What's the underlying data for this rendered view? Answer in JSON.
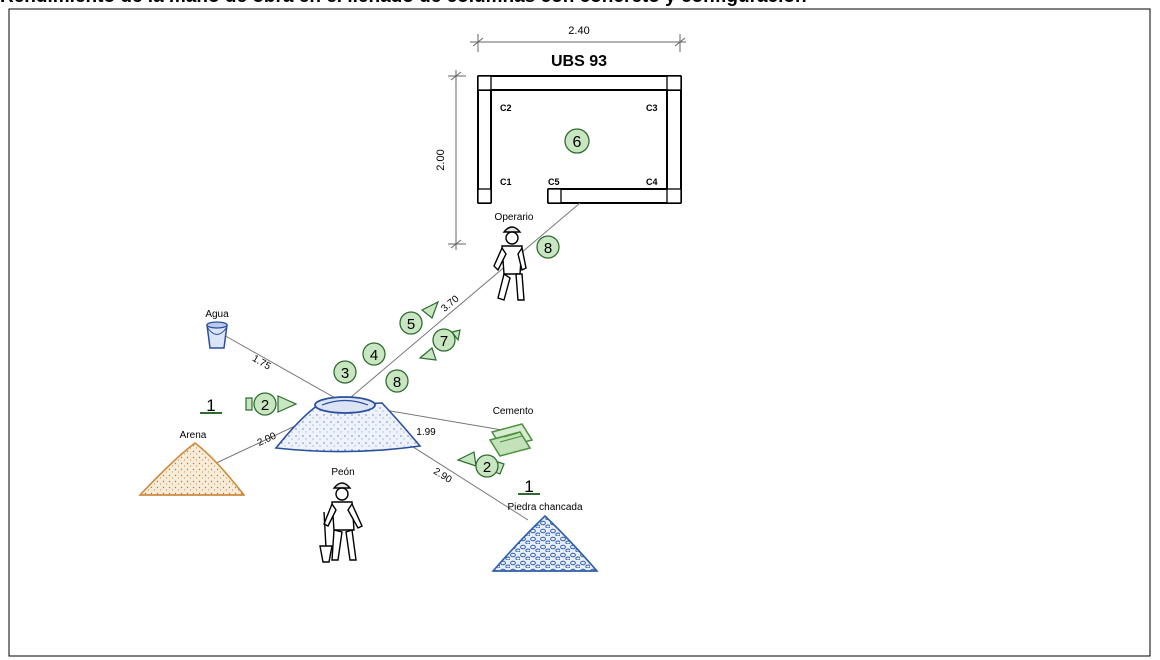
{
  "page": {
    "title": "Rendimiento de la mano de obra en el llenado de columnas con concreto y configuración"
  },
  "plan": {
    "title": "UBS 93",
    "width_dim": "2.40",
    "height_dim": "2.00",
    "columns": [
      "C2",
      "C3",
      "C1",
      "C5",
      "C4"
    ],
    "step_label": "6"
  },
  "workers": {
    "operario": "Operario",
    "peon": "Peón"
  },
  "materials": {
    "agua": "Agua",
    "arena": "Arena",
    "cemento": "Cemento",
    "piedra": "Piedra chancada"
  },
  "distances": {
    "agua": "1.75",
    "arena": "2.00",
    "cemento": "1.99",
    "piedra": "2.90",
    "operario": "3.70"
  },
  "steps": {
    "step_1": "1",
    "step_2": "2",
    "step_3": "3",
    "step_4": "4",
    "step_5": "5",
    "step_7": "7",
    "step_8": "8"
  },
  "colors": {
    "step_fill": "#c8e6c2",
    "step_stroke": "#2f6b2f",
    "mixer_blue": "#2a4f9e",
    "arena_orange": "#d08a3a",
    "cemento_green": "#4c8f3a",
    "piedra_blue": "#2e5fa8"
  }
}
